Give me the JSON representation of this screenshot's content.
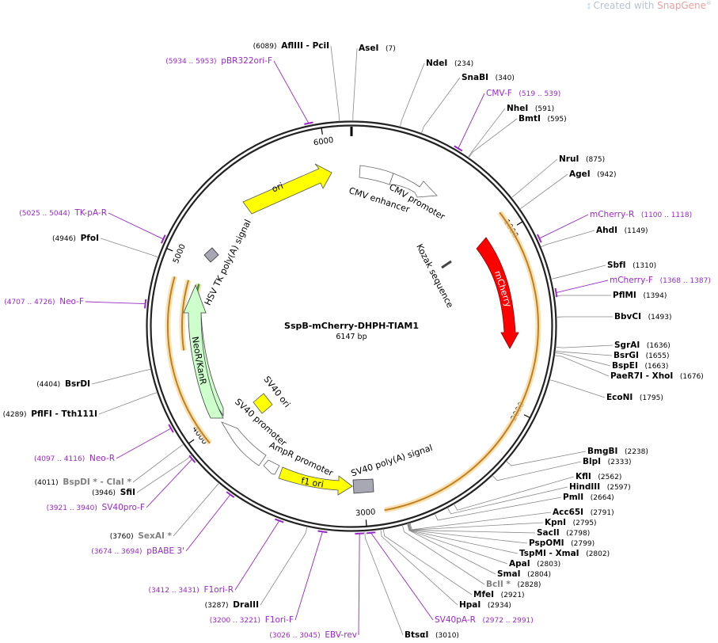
{
  "watermark": {
    "prefix": "Created with ",
    "brand": "SnapGene",
    "suffix": "®"
  },
  "plasmid": {
    "name": "SspB-mCherry-DHPH-TIAM1",
    "length_label": "6147 bp",
    "length": 6147
  },
  "ticks": [
    {
      "pos": 1000,
      "label": "1000"
    },
    {
      "pos": 2000,
      "label": "2000"
    },
    {
      "pos": 3000,
      "label": "3000"
    },
    {
      "pos": 4000,
      "label": "4000"
    },
    {
      "pos": 5000,
      "label": "5000"
    },
    {
      "pos": 6000,
      "label": "6000"
    }
  ],
  "colors": {
    "ori": "#ffff00",
    "f1ori": "#ffff00",
    "sv40ori": "#ffff00",
    "mcherry": "#ff0000",
    "neo": "#ccffcc",
    "promoter": "#ffffff",
    "polyA": "#a8a8b4",
    "primer": "#9a28c8",
    "orf": "#f0a830",
    "green": "#339933"
  },
  "features": [
    {
      "id": "cmv-enhancer",
      "label": "CMV enhancer",
      "type": "promoter"
    },
    {
      "id": "cmv-promoter",
      "label": "CMV promoter",
      "type": "promoter"
    },
    {
      "id": "kozak",
      "label": "Kozak sequence",
      "type": "misc"
    },
    {
      "id": "mcherry",
      "label": "mCherry",
      "type": "cds"
    },
    {
      "id": "sv40-polya",
      "label": "SV40 poly(A) signal",
      "type": "terminator"
    },
    {
      "id": "f1-ori",
      "label": "f1 ori",
      "type": "origin"
    },
    {
      "id": "ampr-promoter",
      "label": "AmpR promoter",
      "type": "promoter"
    },
    {
      "id": "sv40-promoter",
      "label": "SV40 promoter",
      "type": "promoter"
    },
    {
      "id": "sv40-ori",
      "label": "SV40 ori",
      "type": "origin"
    },
    {
      "id": "neo-kan",
      "label": "NeoR/KanR",
      "type": "cds"
    },
    {
      "id": "hsv-tk-polya",
      "label": "HSV TK poly(A) signal",
      "type": "terminator"
    },
    {
      "id": "ori",
      "label": "ori",
      "type": "origin"
    }
  ],
  "sites": [
    {
      "name": "AflIII",
      "name2": "PciI",
      "pos": "(6089)",
      "pos_first": true
    },
    {
      "name": "AseI",
      "pos": "(7)"
    },
    {
      "name": "NdeI",
      "pos": "(234)"
    },
    {
      "name": "SnaBI",
      "pos": "(340)"
    },
    {
      "name": "NheI",
      "pos": "(591)"
    },
    {
      "name": "BmtI",
      "pos": "(595)"
    },
    {
      "name": "NruI",
      "pos": "(875)"
    },
    {
      "name": "AgeI",
      "pos": "(942)"
    },
    {
      "name": "AhdI",
      "pos": "(1149)"
    },
    {
      "name": "SbfI",
      "pos": "(1310)"
    },
    {
      "name": "PflMI",
      "pos": "(1394)"
    },
    {
      "name": "BbvCI",
      "pos": "(1493)"
    },
    {
      "name": "SgrAI",
      "pos": "(1636)"
    },
    {
      "name": "BsrGI",
      "pos": "(1655)"
    },
    {
      "name": "BspEI",
      "pos": "(1663)"
    },
    {
      "name": "PaeR7I",
      "name2": "XhoI",
      "pos": "(1676)"
    },
    {
      "name": "EcoNI",
      "pos": "(1795)"
    },
    {
      "name": "BmgBI",
      "pos": "(2238)"
    },
    {
      "name": "BlpI",
      "pos": "(2333)"
    },
    {
      "name": "KflI",
      "pos": "(2562)"
    },
    {
      "name": "HindIII",
      "pos": "(2597)"
    },
    {
      "name": "PmlI",
      "pos": "(2664)"
    },
    {
      "name": "Acc65I",
      "pos": "(2791)"
    },
    {
      "name": "KpnI",
      "pos": "(2795)"
    },
    {
      "name": "SacII",
      "pos": "(2798)"
    },
    {
      "name": "PspOMI",
      "pos": "(2799)"
    },
    {
      "name": "TspMI",
      "name2": "XmaI",
      "pos": "(2802)"
    },
    {
      "name": "ApaI",
      "pos": "(2803)"
    },
    {
      "name": "SmaI",
      "pos": "(2804)"
    },
    {
      "name": "BclI *",
      "pos": "(2828)",
      "star": true
    },
    {
      "name": "MfeI",
      "pos": "(2921)"
    },
    {
      "name": "HpaI",
      "pos": "(2934)"
    },
    {
      "name": "BtsαI",
      "pos": "(3010)"
    },
    {
      "name": "DraIII",
      "pos": "(3287)",
      "pos_first": true
    },
    {
      "name": "SexAI *",
      "pos": "(3760)",
      "pos_first": true,
      "star": true
    },
    {
      "name": "SfiI",
      "pos": "(3946)",
      "pos_first": true
    },
    {
      "name": "BspDI *",
      "name2": "ClaI *",
      "pos": "(4011)",
      "pos_first": true,
      "star": true
    },
    {
      "name": "PflFI",
      "name2": "Tth111I",
      "pos": "(4289)",
      "pos_first": true
    },
    {
      "name": "BsrDI",
      "pos": "(4404)",
      "pos_first": true
    },
    {
      "name": "PfoI",
      "pos": "(4946)",
      "pos_first": true
    }
  ],
  "primers": [
    {
      "name": "pBR322ori-F",
      "range": "(5934 .. 5953)"
    },
    {
      "name": "CMV-F",
      "range": "(519 .. 539)"
    },
    {
      "name": "mCherry-R",
      "range": "(1100 .. 1118)"
    },
    {
      "name": "mCherry-F",
      "range": "(1368 .. 1387)"
    },
    {
      "name": "SV40pA-R",
      "range": "(2972 .. 2991)"
    },
    {
      "name": "EBV-rev",
      "range": "(3026 .. 3045)"
    },
    {
      "name": "F1ori-F",
      "range": "(3200 .. 3221)"
    },
    {
      "name": "F1ori-R",
      "range": "(3412 .. 3431)"
    },
    {
      "name": "pBABE 3'",
      "range": "(3674 .. 3694)"
    },
    {
      "name": "SV40pro-F",
      "range": "(3921 .. 3940)"
    },
    {
      "name": "Neo-R",
      "range": "(4097 .. 4116)"
    },
    {
      "name": "Neo-F",
      "range": "(4707 .. 4726)"
    },
    {
      "name": "TK-pA-R",
      "range": "(5025 .. 5044)"
    }
  ]
}
